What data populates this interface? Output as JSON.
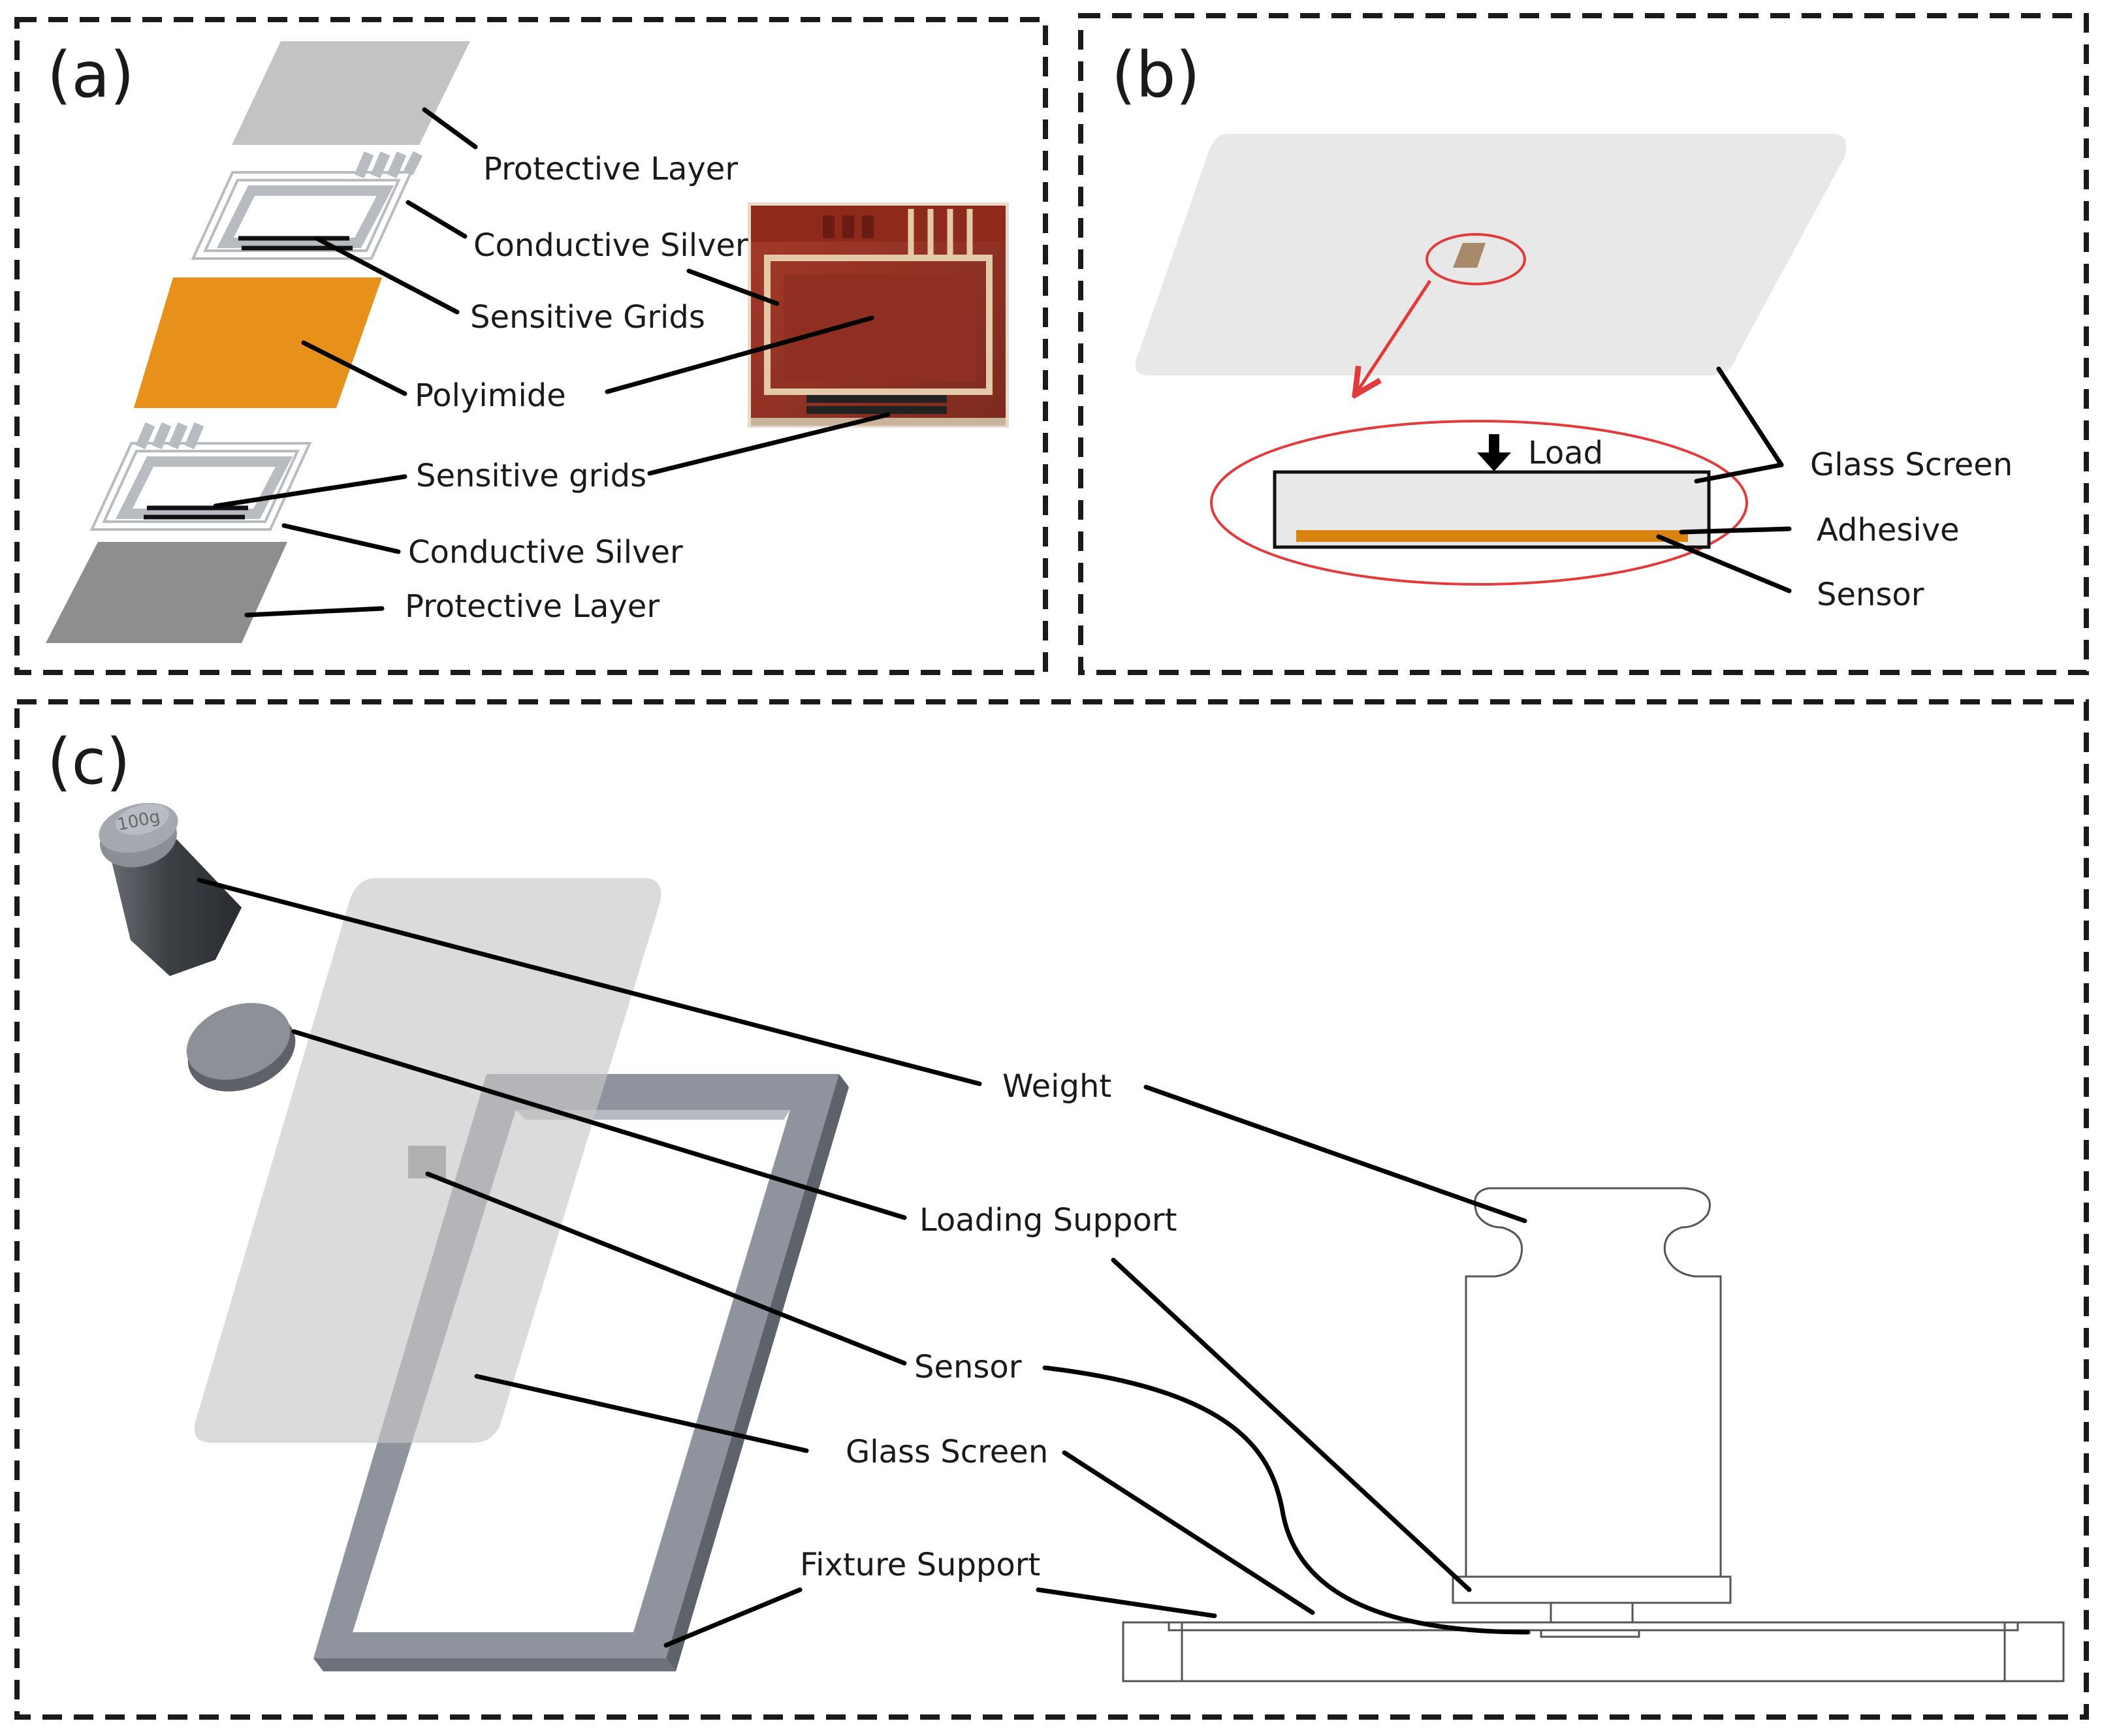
{
  "figure": {
    "panel_a": {
      "tag": "(a)",
      "labels": {
        "protective_layer_top": "Protective Layer",
        "conductive_silver_top": "Conductive Silver",
        "sensitive_grids_top": "Sensitive Grids",
        "polyimide": "Polyimide",
        "sensitive_grids_bottom": "Sensitive grids",
        "conductive_silver_bottom": "Conductive Silver",
        "protective_layer_bottom": "Protective Layer"
      }
    },
    "panel_b": {
      "tag": "(b)",
      "labels": {
        "load": "Load",
        "glass_screen": "Glass  Screen",
        "adhesive": "Adhesive",
        "sensor": "Sensor"
      }
    },
    "panel_c": {
      "tag": "(c)",
      "weight_marking": "100g",
      "labels": {
        "weight": "Weight",
        "loading_support": "Loading Support",
        "sensor": "Sensor",
        "glass_screen": "Glass Screen",
        "fixture_support": "Fixture Support"
      }
    }
  },
  "colors": {
    "polyimide": "#e8911a",
    "glass": "#e6e6e6",
    "frame": "#8e939e",
    "photo_body": "#9b3325",
    "highlight": "#e23b3b",
    "adhesive": "#d9840f"
  }
}
